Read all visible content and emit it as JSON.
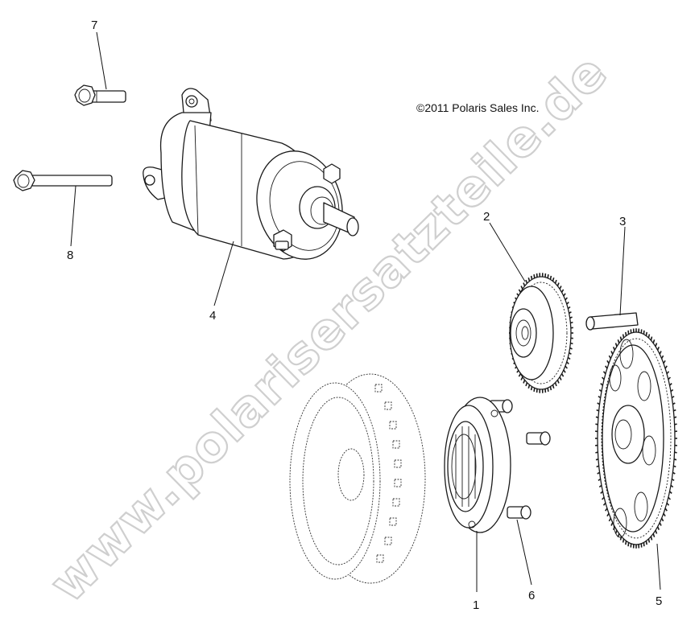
{
  "copyright": "©2011 Polaris Sales Inc.",
  "watermark": "www.polarisersatzteile.de",
  "callouts": [
    "1",
    "2",
    "3",
    "4",
    "5",
    "6",
    "7",
    "8"
  ],
  "colors": {
    "ink": "#1a1a1a",
    "watermark_outline": "#cfcfcf",
    "background": "#ffffff"
  }
}
